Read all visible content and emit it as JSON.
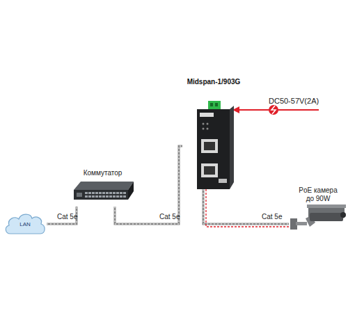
{
  "diagram": {
    "nodes": [
      {
        "text": [
          "LAN"
        ]
      },
      {
        "text": [
          "Коммутатор"
        ]
      },
      {
        "text": [
          "Midspan-1/903G"
        ]
      },
      {
        "text": [
          "PoE камера до 90W"
        ]
      }
    ],
    "edges": [
      {
        "from": 0,
        "to": 1,
        "arrow": "none",
        "label": "Cat 5e"
      },
      {
        "from": 1,
        "to": 2,
        "arrow": "none",
        "label": "Cat 5e"
      },
      {
        "from": 2,
        "to": 3,
        "arrow": "none",
        "label": "Cat 5e"
      }
    ],
    "labels": [
      "DC50-57V(2A)"
    ]
  }
}
